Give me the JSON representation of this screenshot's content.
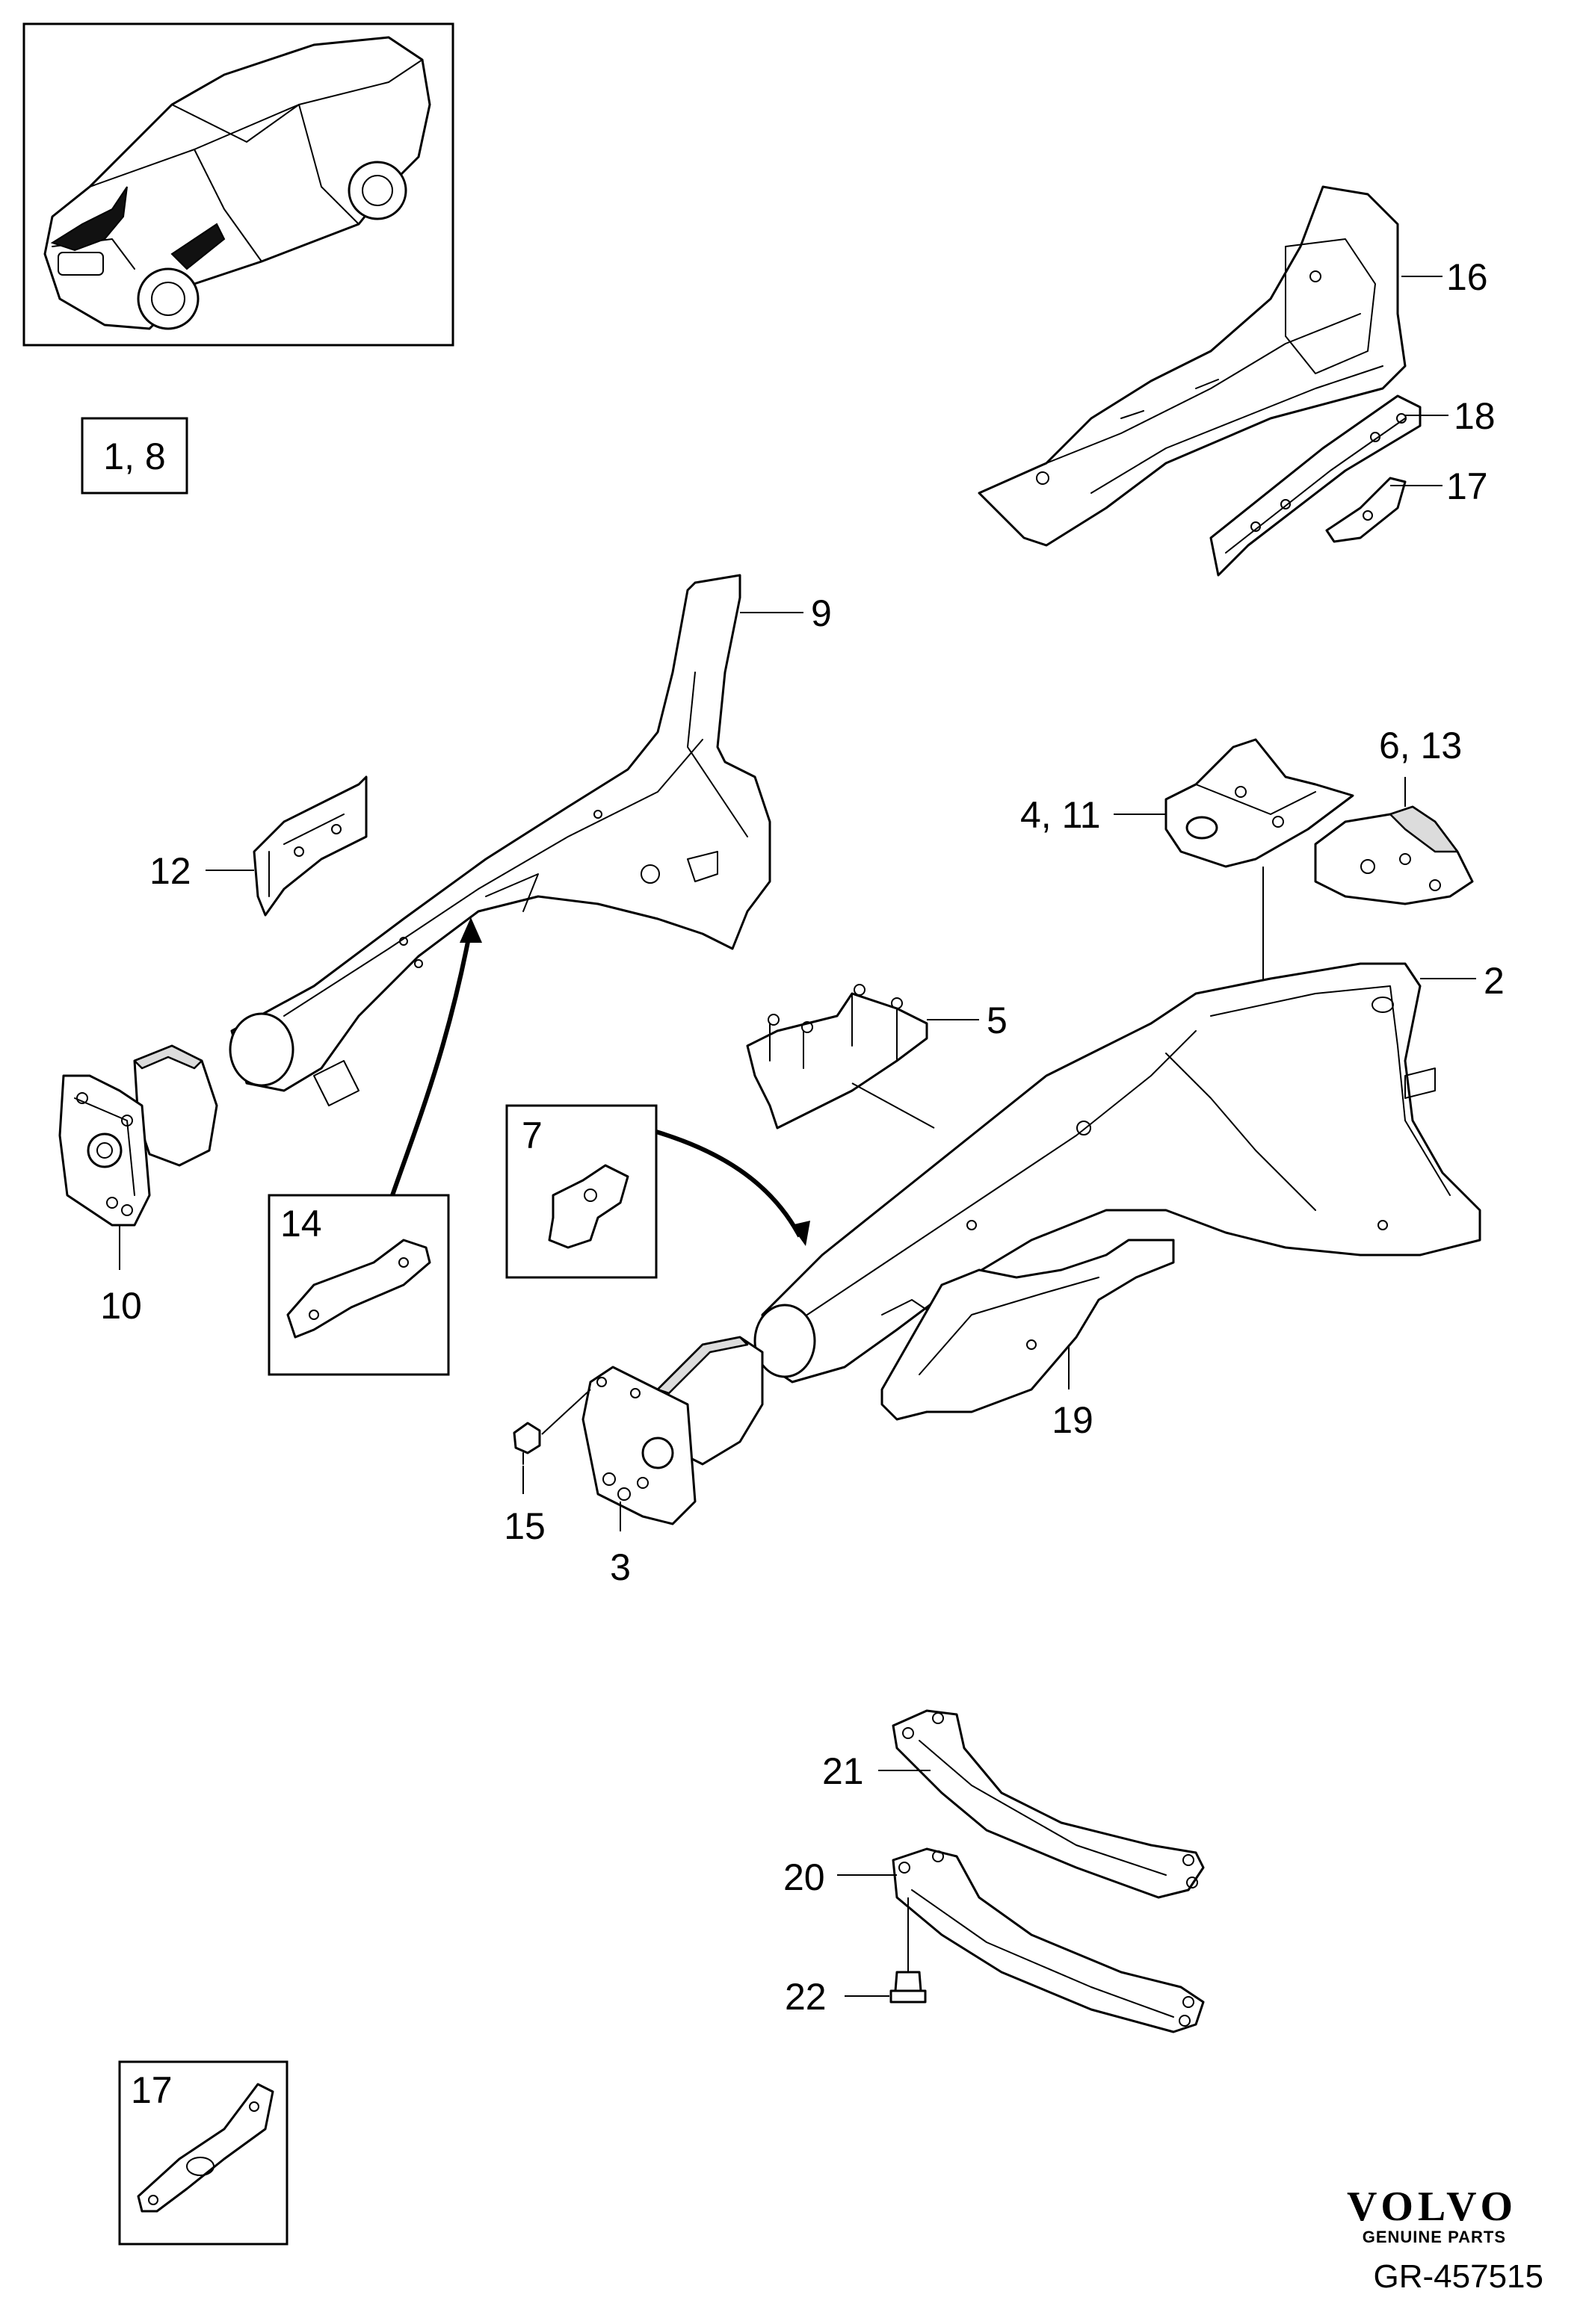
{
  "callouts": {
    "c1_8": "1, 8",
    "c2": "2",
    "c3": "3",
    "c4_11": "4, 11",
    "c5": "5",
    "c6_13": "6, 13",
    "c7": "7",
    "c9": "9",
    "c10": "10",
    "c12": "12",
    "c14": "14",
    "c15": "15",
    "c16": "16",
    "c17_top": "17",
    "c17_box": "17",
    "c18": "18",
    "c19": "19",
    "c20": "20",
    "c21": "21",
    "c22": "22"
  },
  "branding": {
    "logo_text": "VOLVO",
    "logo_subtext": "GENUINE PARTS",
    "figure_ref": "GR-457515"
  },
  "icons": {
    "vehicle_overview": "car-overview-icon",
    "long_arrow": "curved-arrow-icon"
  }
}
